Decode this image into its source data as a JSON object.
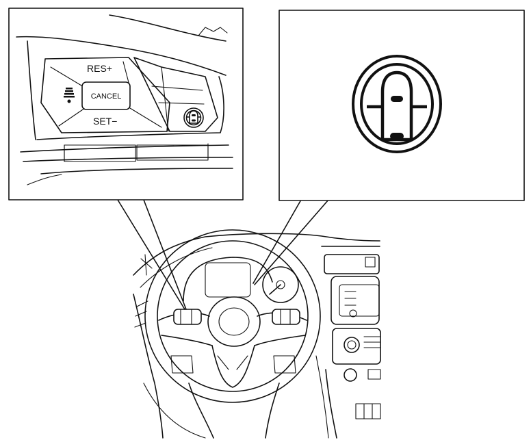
{
  "left_callout": {
    "buttons": {
      "resume_label": "RES+",
      "cancel_label": "CANCEL",
      "set_label": "SET−"
    },
    "icons": [
      "distance-bars-icon",
      "propilot-assist-switch-icon"
    ]
  },
  "right_callout": {
    "icons": [
      "propilot-assist-indicator-icon"
    ]
  },
  "colors": {
    "line": "#111111",
    "background": "#ffffff"
  }
}
